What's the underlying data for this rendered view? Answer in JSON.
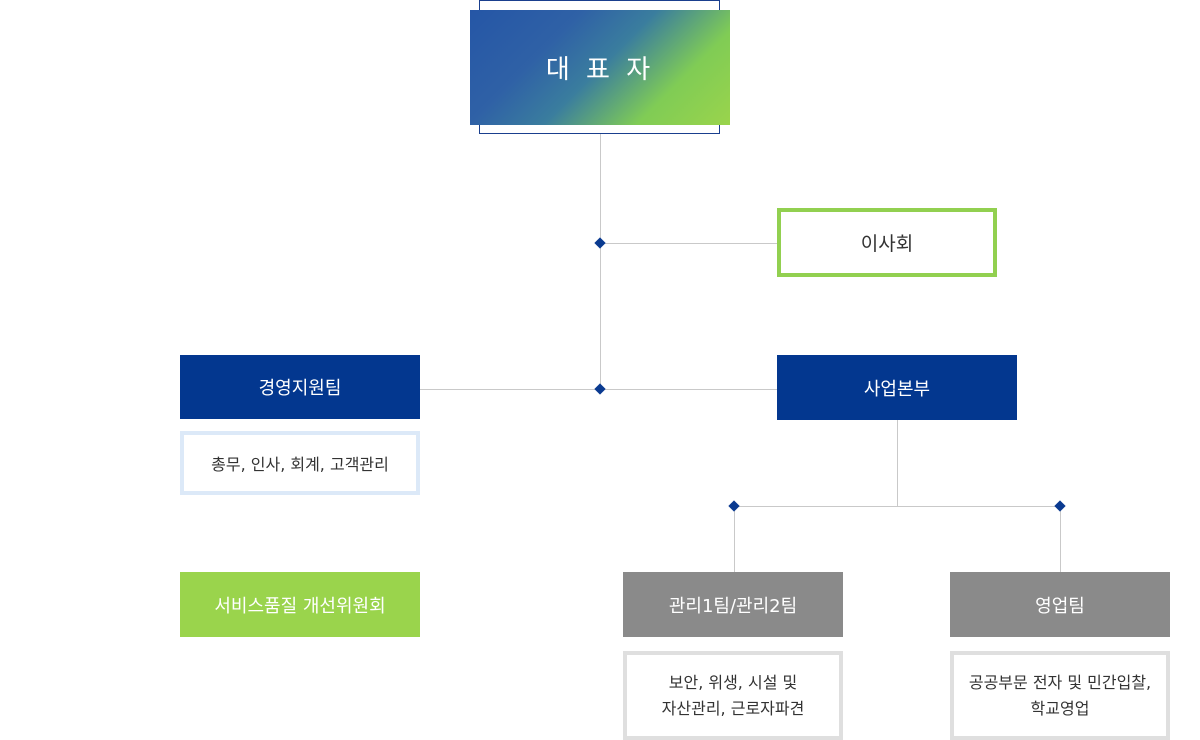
{
  "ceo": {
    "label": "대 표 자"
  },
  "board": {
    "label": "이사회"
  },
  "management_support": {
    "label": "경영지원팀",
    "desc": "총무, 인사, 회계, 고객관리"
  },
  "service_committee": {
    "label": "서비스품질 개선위원회"
  },
  "business_division": {
    "label": "사업본부"
  },
  "management_teams": {
    "label": "관리1팀/관리2팀",
    "desc": "보안, 위생, 시설 및\n자산관리, 근로자파견"
  },
  "sales_team": {
    "label": "영업팀",
    "desc": "공공부문 전자 및 민간입찰,\n학교영업"
  },
  "colors": {
    "navy": "#03378f",
    "green": "#9ad44c",
    "gray": "#8a8a8a",
    "connector": "#c9c9c9",
    "diamond": "#0a3a90"
  }
}
